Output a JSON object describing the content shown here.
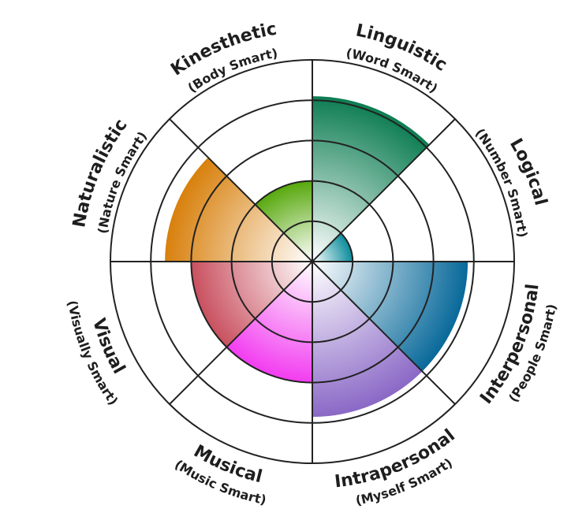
{
  "chart_data": {
    "type": "polar-area",
    "title": "",
    "scale": {
      "min": 0,
      "max": 5,
      "rings": [
        1,
        2,
        3,
        4,
        5
      ]
    },
    "grid": true,
    "categories": [
      {
        "name": "Linguistic",
        "subtitle": "(Word Smart)",
        "value": 4.1,
        "color": "#0d7d52"
      },
      {
        "name": "Logical",
        "subtitle": "(Number Smart)",
        "value": 1.0,
        "color": "#0a8c9b"
      },
      {
        "name": "Interpersonal",
        "subtitle": "(People Smart)",
        "value": 3.85,
        "color": "#08699a"
      },
      {
        "name": "Intrapersonal",
        "subtitle": "(Myself Smart)",
        "value": 3.85,
        "color": "#8a68c6"
      },
      {
        "name": "Musical",
        "subtitle": "(Music Smart)",
        "value": 3.0,
        "color": "#f23cf0"
      },
      {
        "name": "Visual",
        "subtitle": "(Visually Smart)",
        "value": 3.0,
        "color": "#c9505f"
      },
      {
        "name": "Naturalistic",
        "subtitle": "(Nature Smart)",
        "value": 3.65,
        "color": "#d8800c"
      },
      {
        "name": "Kinesthetic",
        "subtitle": "(Body Smart)",
        "value": 2.0,
        "color": "#57a80c"
      }
    ]
  }
}
